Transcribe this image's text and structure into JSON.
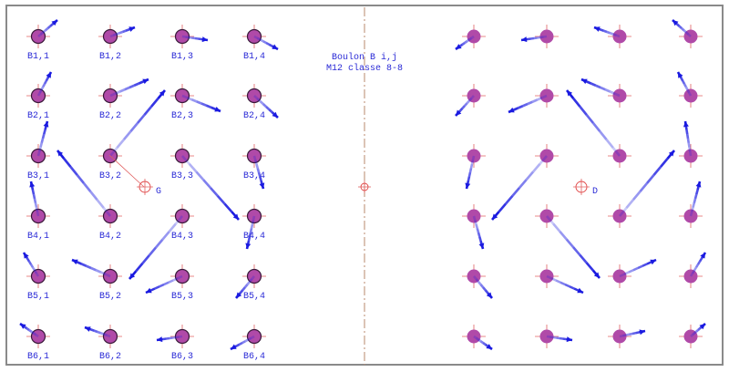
{
  "title": {
    "line1": "Boulon B i,j",
    "line2": "M12 classe 8-8"
  },
  "colors": {
    "bolt_fill": "#b04aa8",
    "vector": "#2020e0",
    "label": "#2a2ad6",
    "crosshair": "#e06060",
    "frame": "#8a8a8a",
    "axis": "#b88a6e"
  },
  "icons": {
    "bolt": "circle-with-crosshair",
    "reference_point": "target-crosshair-icon"
  },
  "left_group": {
    "center_label": "G",
    "bolts": [
      {
        "label": "B1,1",
        "vec": [
          21,
          -18
        ]
      },
      {
        "label": "B1,2",
        "vec": [
          27,
          -10
        ]
      },
      {
        "label": "B1,3",
        "vec": [
          28,
          4
        ]
      },
      {
        "label": "B1,4",
        "vec": [
          26,
          14
        ]
      },
      {
        "label": "B2,1",
        "vec": [
          14,
          -26
        ]
      },
      {
        "label": "B2,2",
        "vec": [
          42,
          -18
        ]
      },
      {
        "label": "B2,3",
        "vec": [
          42,
          17
        ]
      },
      {
        "label": "B2,4",
        "vec": [
          26,
          24
        ]
      },
      {
        "label": "B3,1",
        "vec": [
          10,
          -38
        ]
      },
      {
        "label": "B3,2",
        "vec": [
          60,
          -72
        ]
      },
      {
        "label": "B3,3",
        "vec": [
          62,
          70
        ]
      },
      {
        "label": "B3,4",
        "vec": [
          10,
          36
        ]
      },
      {
        "label": "B4,1",
        "vec": [
          -8,
          -38
        ]
      },
      {
        "label": "B4,2",
        "vec": [
          -58,
          -72
        ]
      },
      {
        "label": "B4,3",
        "vec": [
          -58,
          69
        ]
      },
      {
        "label": "B4,4",
        "vec": [
          -8,
          36
        ]
      },
      {
        "label": "B5,1",
        "vec": [
          -16,
          -26
        ]
      },
      {
        "label": "B5,2",
        "vec": [
          -42,
          -18
        ]
      },
      {
        "label": "B5,3",
        "vec": [
          -40,
          18
        ]
      },
      {
        "label": "B5,4",
        "vec": [
          -20,
          24
        ]
      },
      {
        "label": "B6,1",
        "vec": [
          -20,
          -14
        ]
      },
      {
        "label": "B6,2",
        "vec": [
          -28,
          -10
        ]
      },
      {
        "label": "B6,3",
        "vec": [
          -28,
          4
        ]
      },
      {
        "label": "B6,4",
        "vec": [
          -26,
          14
        ]
      }
    ]
  },
  "right_group": {
    "center_label": "D",
    "bolts": [
      {
        "vec": [
          -20,
          14
        ]
      },
      {
        "vec": [
          -28,
          4
        ]
      },
      {
        "vec": [
          -28,
          -10
        ]
      },
      {
        "vec": [
          -20,
          -18
        ]
      },
      {
        "vec": [
          -20,
          22
        ]
      },
      {
        "vec": [
          -42,
          18
        ]
      },
      {
        "vec": [
          -42,
          -18
        ]
      },
      {
        "vec": [
          -14,
          -26
        ]
      },
      {
        "vec": [
          -8,
          36
        ]
      },
      {
        "vec": [
          -60,
          70
        ]
      },
      {
        "vec": [
          -58,
          -72
        ]
      },
      {
        "vec": [
          -6,
          -38
        ]
      },
      {
        "vec": [
          10,
          36
        ]
      },
      {
        "vec": [
          58,
          68
        ]
      },
      {
        "vec": [
          60,
          -72
        ]
      },
      {
        "vec": [
          10,
          -38
        ]
      },
      {
        "vec": [
          20,
          24
        ]
      },
      {
        "vec": [
          40,
          18
        ]
      },
      {
        "vec": [
          40,
          -18
        ]
      },
      {
        "vec": [
          16,
          -26
        ]
      },
      {
        "vec": [
          20,
          14
        ]
      },
      {
        "vec": [
          28,
          4
        ]
      },
      {
        "vec": [
          28,
          -6
        ]
      },
      {
        "vec": [
          16,
          -14
        ]
      }
    ]
  }
}
